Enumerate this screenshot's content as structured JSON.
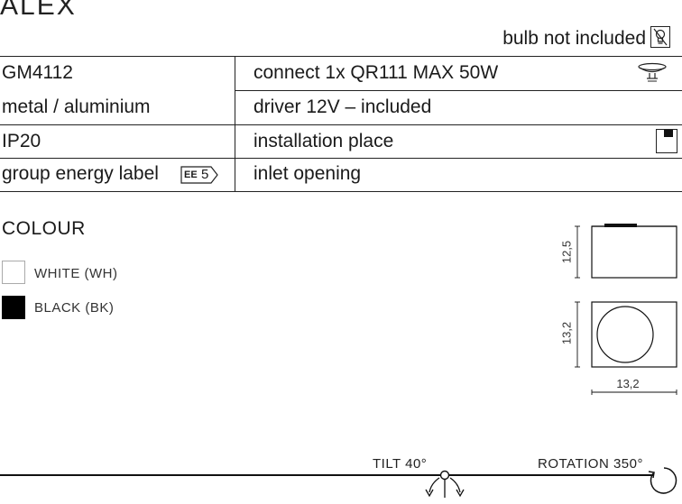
{
  "title": "ALEX",
  "bulb_note": "bulb not included",
  "specs": {
    "rows": [
      {
        "left": "GM4112",
        "right": "connect 1x QR111 MAX 50W"
      },
      {
        "left": "metal / aluminium",
        "right": "driver 12V – included"
      },
      {
        "left": "IP20",
        "right": "installation place"
      },
      {
        "left": "group energy label",
        "right": "inlet opening"
      }
    ],
    "energy_label": {
      "prefix": "EE",
      "value": "5"
    }
  },
  "colour": {
    "heading": "COLOUR",
    "options": [
      {
        "label": "WHITE (WH)",
        "color": "#ffffff"
      },
      {
        "label": "BLACK (BK)",
        "color": "#000000"
      }
    ]
  },
  "dimensions": {
    "height": "12,5",
    "depth": "13,2",
    "width": "13,2"
  },
  "features": {
    "tilt": "TILT 40°",
    "rotation": "ROTATION 350°"
  },
  "icons": {
    "bulb": "bulb-crossed-icon",
    "lamp": "qr111-lamp-icon",
    "installation": "ceiling-mount-icon",
    "tilt": "tilt-arrows-icon",
    "rotation": "rotation-arrow-icon"
  }
}
